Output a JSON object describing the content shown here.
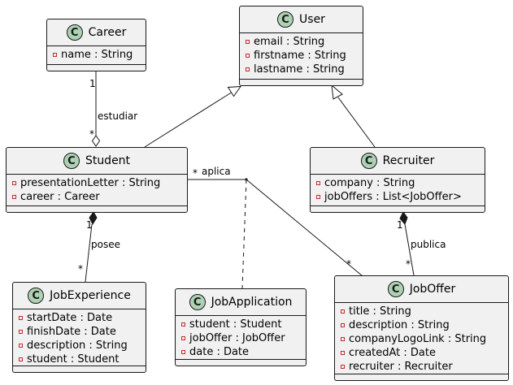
{
  "classes": {
    "career": {
      "name": "Career",
      "badge": "C",
      "attributes": [
        "name : String"
      ]
    },
    "user": {
      "name": "User",
      "badge": "C",
      "attributes": [
        "email : String",
        "firstname : String",
        "lastname : String"
      ]
    },
    "student": {
      "name": "Student",
      "badge": "C",
      "attributes": [
        "presentationLetter : String",
        "career : Career"
      ]
    },
    "recruiter": {
      "name": "Recruiter",
      "badge": "C",
      "attributes": [
        "company : String",
        "jobOffers : List<JobOffer>"
      ]
    },
    "jobexperience": {
      "name": "JobExperience",
      "badge": "C",
      "attributes": [
        "startDate : Date",
        "finishDate : Date",
        "description : String",
        "student : Student"
      ]
    },
    "jobapplication": {
      "name": "JobApplication",
      "badge": "C",
      "attributes": [
        "student : Student",
        "jobOffer : JobOffer",
        "date : Date"
      ]
    },
    "joboffer": {
      "name": "JobOffer",
      "badge": "C",
      "attributes": [
        "title : String",
        "description : String",
        "companyLogoLink : String",
        "createdAt : Date",
        "recruiter : Recruiter"
      ]
    }
  },
  "relations": {
    "career_student": {
      "label": "estudiar",
      "from_mult": "1",
      "to_mult": "*"
    },
    "student_joboffer": {
      "label": "aplica",
      "from_mult": "*",
      "to_mult": "*"
    },
    "student_jobexperience": {
      "label": "posee",
      "from_mult": "1",
      "to_mult": "*"
    },
    "recruiter_joboffer": {
      "label": "publica",
      "from_mult": "1",
      "to_mult": "*"
    }
  }
}
